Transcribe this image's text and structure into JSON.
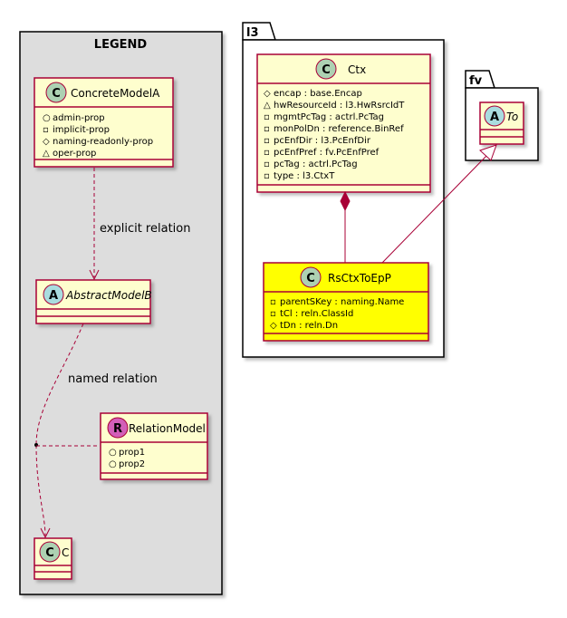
{
  "legend": {
    "title": "LEGEND",
    "concrete": {
      "stereotype": "C",
      "name": "ConcreteModelA",
      "attrs": [
        {
          "vis": "+",
          "text": "admin-prop"
        },
        {
          "vis": "-",
          "text": "implicit-prop"
        },
        {
          "vis": "#",
          "text": "naming-readonly-prop"
        },
        {
          "vis": "~",
          "text": "oper-prop"
        }
      ]
    },
    "explicit_label": "explicit relation",
    "abstract": {
      "stereotype": "A",
      "name": "AbstractModelB"
    },
    "named_label": "named relation",
    "relation": {
      "stereotype": "R",
      "name": "RelationModel",
      "attrs": [
        {
          "vis": "+",
          "text": "prop1"
        },
        {
          "vis": "+",
          "text": "prop2"
        }
      ]
    },
    "c": {
      "stereotype": "C",
      "name": "C"
    }
  },
  "l3": {
    "package": "l3",
    "ctx": {
      "stereotype": "C",
      "name": "Ctx",
      "attrs": [
        {
          "vis": "#",
          "text": "encap : base.Encap"
        },
        {
          "vis": "~",
          "text": "hwResourceId : l3.HwRsrcIdT"
        },
        {
          "vis": "-",
          "text": "mgmtPcTag : actrl.PcTag"
        },
        {
          "vis": "-",
          "text": "monPolDn : reference.BinRef"
        },
        {
          "vis": "-",
          "text": "pcEnfDir : l3.PcEnfDir"
        },
        {
          "vis": "-",
          "text": "pcEnfPref : fv.PcEnfPref"
        },
        {
          "vis": "-",
          "text": "pcTag : actrl.PcTag"
        },
        {
          "vis": "-",
          "text": "type : l3.CtxT"
        }
      ]
    },
    "rs": {
      "stereotype": "C",
      "name": "RsCtxToEpP",
      "attrs": [
        {
          "vis": "-",
          "text": "parentSKey : naming.Name"
        },
        {
          "vis": "-",
          "text": "tCl : reln.ClassId"
        },
        {
          "vis": "#",
          "text": "tDn : reln.Dn"
        }
      ]
    }
  },
  "fv": {
    "package": "fv",
    "to": {
      "stereotype": "A",
      "name": "To"
    }
  },
  "colors": {
    "class_fill": "#FEFECE",
    "class_border": "#A80036",
    "highlight_fill": "#FFFF00",
    "legend_bg": "#DDDDDD",
    "class_badge": "#ADD1B2",
    "abstract_badge": "#A9DCDF",
    "relation_badge": "#D25FB8",
    "line": "#A80036"
  }
}
